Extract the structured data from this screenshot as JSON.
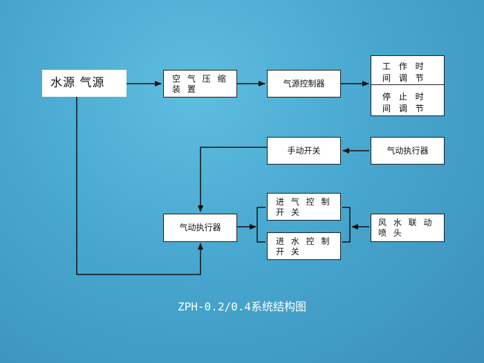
{
  "nodes": {
    "source": "水源 气源",
    "compressor": "空 气 压 缩 装 置",
    "controller": "气源控制器",
    "work_time": "工 作 时 间 调 节",
    "stop_time": "停 止 时 间 调 节",
    "manual_switch": "手动开关",
    "actuator_right": "气动执行器",
    "actuator_left": "气动执行器",
    "air_valve": "进 气 控 制 开 关",
    "water_valve": "进 水 控 制 开 关",
    "linkage": "风 水 联 动 喷 头"
  },
  "caption": "ZPH-0.2/0.4系统结构图"
}
